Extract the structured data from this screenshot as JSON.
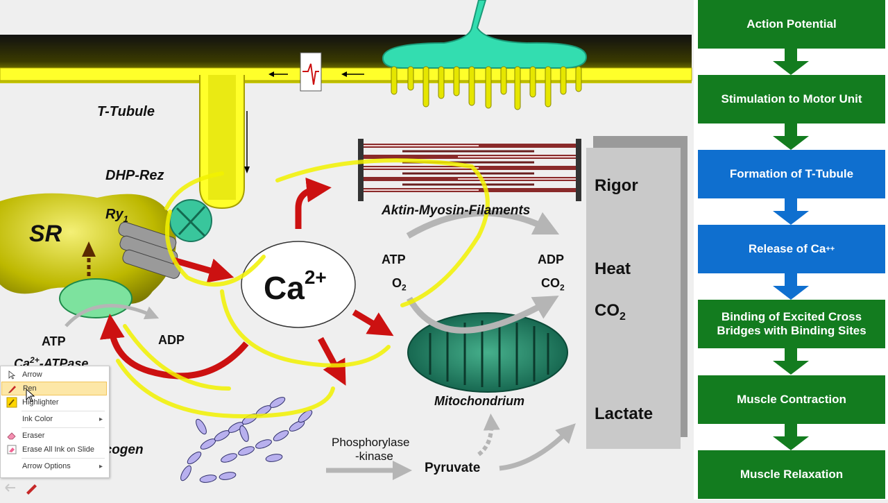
{
  "diagram": {
    "labels": {
      "t_tubule": "T-Tubule",
      "dhp_rez": "DHP-Rez",
      "ry": "Ry",
      "ry_sub": "1",
      "sr": "SR",
      "atp_left": "ATP",
      "adp_left": "ADP",
      "atpase_prefix": "Ca",
      "atpase_sup": "2+",
      "atpase_suffix": "-ATPase",
      "glycogen": "Glycogen",
      "ca_base": "Ca",
      "ca_sup": "2+",
      "filaments": "Aktin-Myosin-Filaments",
      "atp_mid": "ATP",
      "o2_base": "O",
      "o2_sub": "2",
      "adp_mid": "ADP",
      "co2_mid_base": "CO",
      "co2_mid_sub": "2",
      "mitochondrium": "Mitochondrium",
      "phosphorylase": "Phosphorylase",
      "kinase": "-kinase",
      "pyruvate": "Pyruvate",
      "rigor": "Rigor",
      "heat": "Heat",
      "co2_right_base": "CO",
      "co2_right_sub": "2",
      "lactate": "Lactate"
    }
  },
  "flowchart": {
    "steps": [
      {
        "label": "Action Potential",
        "color": "#137c1f"
      },
      {
        "label": "Stimulation to Motor Unit",
        "color": "#137c1f"
      },
      {
        "label": "Formation of T-Tubule",
        "color": "#0f6fcf"
      },
      {
        "label": "Release of Ca",
        "sup": "++",
        "color": "#0f6fcf"
      },
      {
        "label": "Binding of Excited Cross Bridges with Binding Sites",
        "color": "#137c1f"
      },
      {
        "label": "Muscle Contraction",
        "color": "#137c1f"
      },
      {
        "label": "Muscle Relaxation",
        "color": "#137c1f"
      }
    ]
  },
  "context_menu": {
    "items": {
      "arrow": "Arrow",
      "pen": "Pen",
      "highlighter": "Highlighter",
      "ink_color": "Ink Color",
      "eraser": "Eraser",
      "erase_all": "Erase All Ink on Slide",
      "arrow_options": "Arrow Options"
    },
    "selected": "Pen"
  },
  "colors": {
    "tubule_yellow": "#ffff2a",
    "sr_olive": "#c9c400",
    "red_arrow": "#cc1111",
    "mito_green": "#1a7a5e",
    "teal_nerve": "#33ddb0",
    "step_green": "#137c1f",
    "step_blue": "#0f6fcf"
  }
}
